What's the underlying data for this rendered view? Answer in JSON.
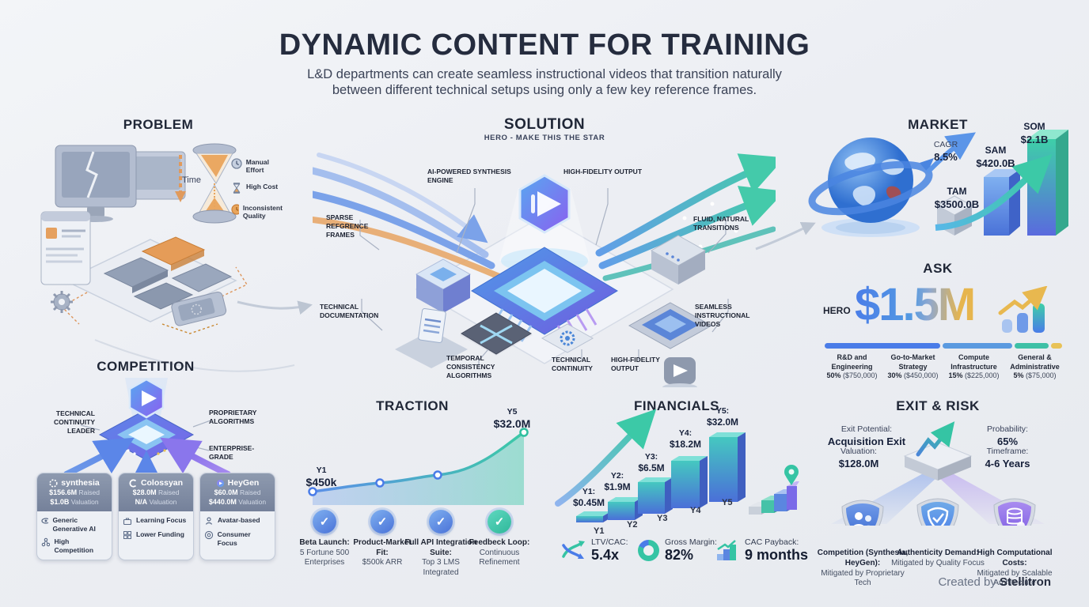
{
  "header": {
    "title": "DYNAMIC CONTENT FOR TRAINING",
    "subtitle1": "L&D departments can create seamless instructional videos that transition naturally",
    "subtitle2": "between different technical setups using only a few key reference frames."
  },
  "problem": {
    "heading": "PROBLEM",
    "time_label": "Time",
    "legend": [
      {
        "label": "Manual Effort"
      },
      {
        "label": "High Cost"
      },
      {
        "label": "Inconsistent Quality"
      }
    ]
  },
  "solution": {
    "heading": "SOLUTION",
    "subtitle": "HERO - MAKE THIS THE STAR",
    "labels": {
      "engine": "AI-POWERED SYNTHESIS ENGINE",
      "output_top": "HIGH-FIDELITY OUTPUT",
      "sparse": "SPARSE REFGRENCE FRAMES",
      "fluid": "FLUID, NATURAL TRANSITIONS",
      "docs": "TECHNICAL DOCUMENTATION",
      "temporal": "TEMPORAL CONSISTENCY ALGORITHMS",
      "continuity": "TECHNICAL CONTINUITY",
      "output_bottom": "HIGH-FIDELITY OUTPUT",
      "videos": "SEAMLESS INSTRUCTIONAL VIDEOS"
    }
  },
  "market": {
    "heading": "MARKET",
    "cagr_label": "CAGR",
    "cagr_value": "8.5%",
    "bars": [
      {
        "label": "TAM",
        "value": "$3500.0B"
      },
      {
        "label": "SAM",
        "value": "$420.0B"
      },
      {
        "label": "SOM",
        "value": "$2.1B"
      }
    ]
  },
  "ask": {
    "heading": "ASK",
    "hero_label": "HERO",
    "amount": "$1.5M",
    "allocations": [
      {
        "l1": "R&D and",
        "l2": "Engineering",
        "pct": "50%",
        "amt": "($750,000)",
        "color": "#4a7ce8",
        "width": 147
      },
      {
        "l1": "Go-to-Market",
        "l2": "Strategy",
        "pct": "30%",
        "amt": "($450,000)",
        "color": "#5b9ae0",
        "width": 89
      },
      {
        "l1": "Compute",
        "l2": "Infrastructure",
        "pct": "15%",
        "amt": "($225,000)",
        "color": "#3ec0a6",
        "width": 44
      },
      {
        "l1": "General &",
        "l2": "Administrative",
        "pct": "5%",
        "amt": "($75,000)",
        "color": "#e8c257",
        "width": 14
      }
    ]
  },
  "competition": {
    "heading": "COMPETITION",
    "callouts": [
      "TECHNICAL CONTINUITY LEADER",
      "PROPRIETARY ALGORITHMS",
      "ENTERPRISE-GRADE"
    ],
    "raised_word": "Raised",
    "valuation_word": "Valuation",
    "competitors": [
      {
        "name": "synthesia",
        "raised": "$156.6M",
        "valuation": "$1.0B",
        "features": [
          "Generic Generative AI",
          "High Competition"
        ]
      },
      {
        "name": "Colossyan",
        "raised": "$28.0M",
        "valuation": "N/A",
        "features": [
          "Learning Focus",
          "Lower Funding"
        ]
      },
      {
        "name": "HeyGen",
        "raised": "$60.0M",
        "valuation": "$440.0M",
        "features": [
          "Avatar-based",
          "Consumer Focus"
        ]
      }
    ]
  },
  "traction": {
    "heading": "TRACTION",
    "start_year": "Y1",
    "start_value": "$450k",
    "end_year": "Y5",
    "end_value": "$32.0M",
    "milestones": [
      {
        "title": "Beta Launch:",
        "detail": "5 Fortune 500 Enterprises"
      },
      {
        "title": "Product-Market Fit:",
        "detail": "$500k ARR"
      },
      {
        "title": "Full API Integration Suite:",
        "detail": "Top 3 LMS Integrated"
      },
      {
        "title": "Feedbeck Loop:",
        "detail": "Continuous Refinement"
      }
    ]
  },
  "financials": {
    "heading": "FINANCIALS",
    "bars": [
      {
        "tick": "Y1",
        "label": "Y1:",
        "value": "$0.45M"
      },
      {
        "tick": "Y2",
        "label": "Y2:",
        "value": "$1.9M"
      },
      {
        "tick": "Y3",
        "label": "Y3:",
        "value": "$6.5M"
      },
      {
        "tick": "Y4",
        "label": "Y4:",
        "value": "$18.2M"
      },
      {
        "tick": "Y5",
        "label": "Y5:",
        "value": "$32.0M"
      }
    ],
    "kpis": [
      {
        "label": "LTV/CAC:",
        "value": "5.4x"
      },
      {
        "label": "Gross Margin:",
        "value": "82%"
      },
      {
        "label": "CAC Payback:",
        "value": "9 months"
      }
    ]
  },
  "exit_risk": {
    "heading": "EXIT & RISK",
    "stats": [
      {
        "label": "Exit Potential:",
        "value": "Acquisition Exit"
      },
      {
        "label": "Valuation:",
        "value": "$128.0M"
      },
      {
        "label": "Probability:",
        "value": "65%"
      },
      {
        "label": "Timeframe:",
        "value": "4-6 Years"
      }
    ],
    "risks": [
      {
        "title": "Competition (Synthesia, HeyGen):",
        "mitigation": "Mitigated by Proprietary Tech"
      },
      {
        "title": "Authenticity Demand:",
        "mitigation": "Mitigated by Quality Focus"
      },
      {
        "title": "High Computational Costs:",
        "mitigation": "Mitigated by Scalable Architecture"
      }
    ]
  },
  "footer": {
    "prefix": "Created by",
    "brand": "Stellitron"
  },
  "chart_data": [
    {
      "type": "bar",
      "title": "MARKET",
      "categories": [
        "TAM",
        "SAM",
        "SOM"
      ],
      "values": [
        3500.0,
        420.0,
        2.1
      ],
      "unit": "$B",
      "annotations": [
        "CAGR 8.5%"
      ]
    },
    {
      "type": "area",
      "title": "TRACTION",
      "x": [
        "Y1",
        "Y5"
      ],
      "values": [
        0.45,
        32.0
      ],
      "unit": "$M revenue"
    },
    {
      "type": "bar",
      "title": "FINANCIALS",
      "categories": [
        "Y1",
        "Y2",
        "Y3",
        "Y4",
        "Y5"
      ],
      "values": [
        0.45,
        1.9,
        6.5,
        18.2,
        32.0
      ],
      "unit": "$M"
    },
    {
      "type": "pie",
      "title": "ASK ALLOCATION of $1.5M",
      "categories": [
        "R&D and Engineering",
        "Go-to-Market Strategy",
        "Compute Infrastructure",
        "General & Administrative"
      ],
      "values": [
        50,
        30,
        15,
        5
      ],
      "unit": "%"
    }
  ]
}
